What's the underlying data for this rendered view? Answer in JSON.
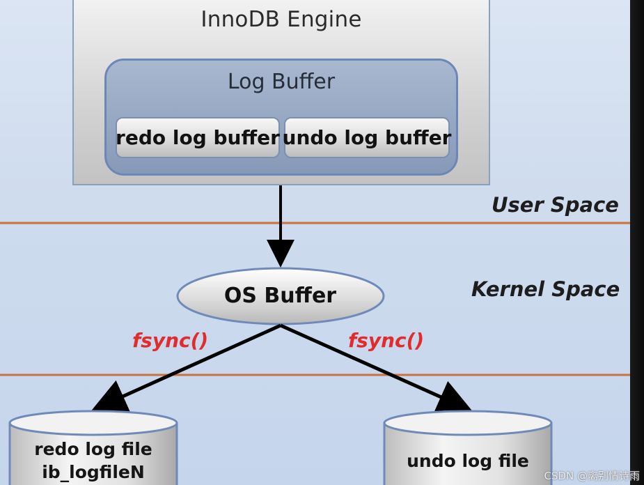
{
  "engine": {
    "title": "InnoDB Engine"
  },
  "log_buffer": {
    "title": "Log Buffer",
    "redo": "redo log buffer",
    "undo": "undo log buffer"
  },
  "spaces": {
    "user": "User Space",
    "kernel": "Kernel Space"
  },
  "os_buffer": "OS Buffer",
  "fsync": {
    "left": "fsync()",
    "right": "fsync()"
  },
  "files": {
    "redo_line1": "redo log file",
    "redo_line2": "ib_logfileN",
    "undo": "undo log file"
  },
  "watermark": "CSDN @离别情诗雨",
  "colors": {
    "divider": "#c8723f",
    "fsync": "#e02c2c",
    "background": "#d3dff0"
  }
}
